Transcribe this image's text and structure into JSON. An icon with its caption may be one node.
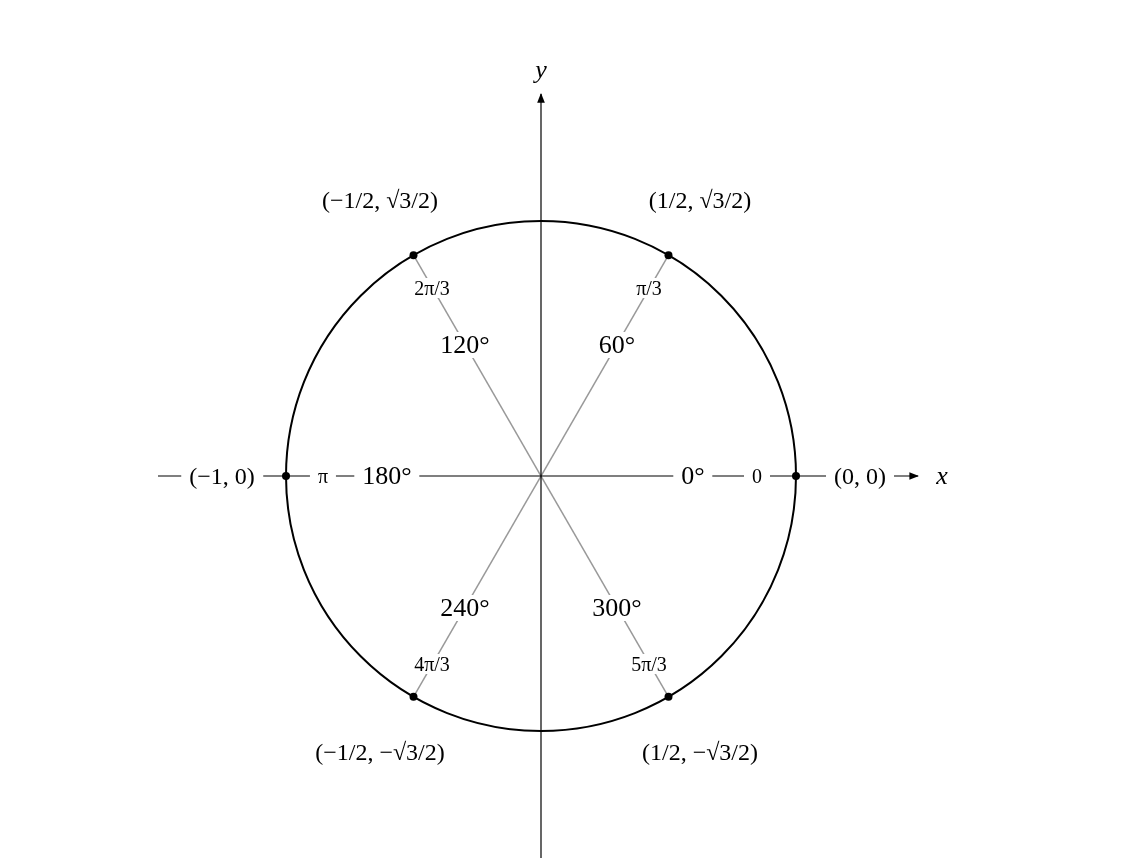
{
  "diagram": {
    "labels": [
      "y",
      "(−1/2, √3/2)",
      "(1/2, √3/2)",
      "2π/3",
      "π/3",
      "120°",
      "60°",
      "(−1, 0)",
      "π",
      "180°",
      "0°",
      "0",
      "(0, 0)",
      "x",
      "240°",
      "300°",
      "4π/3",
      "5π/3",
      "(−1/2, −√3/2)",
      "(1/2, −√3/2)"
    ]
  }
}
